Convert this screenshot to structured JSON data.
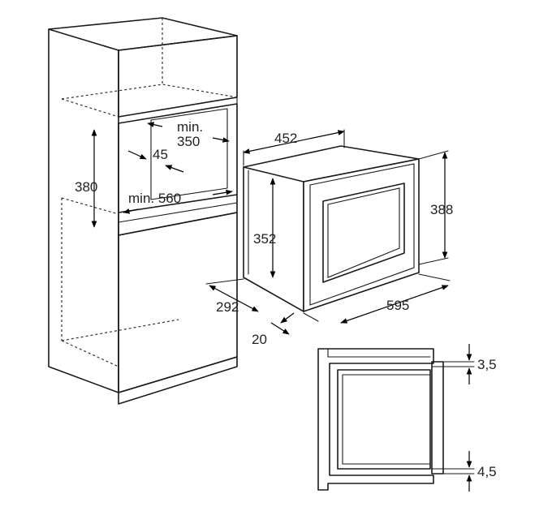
{
  "labels": {
    "min_top": "min.",
    "d350": "350",
    "d45": "45",
    "d380": "380",
    "min_560": "min. 560",
    "d452": "452",
    "d352": "352",
    "d388": "388",
    "d292": "292",
    "d595": "595",
    "d20": "20",
    "d3_5": "3,5",
    "d4_5": "4,5"
  }
}
